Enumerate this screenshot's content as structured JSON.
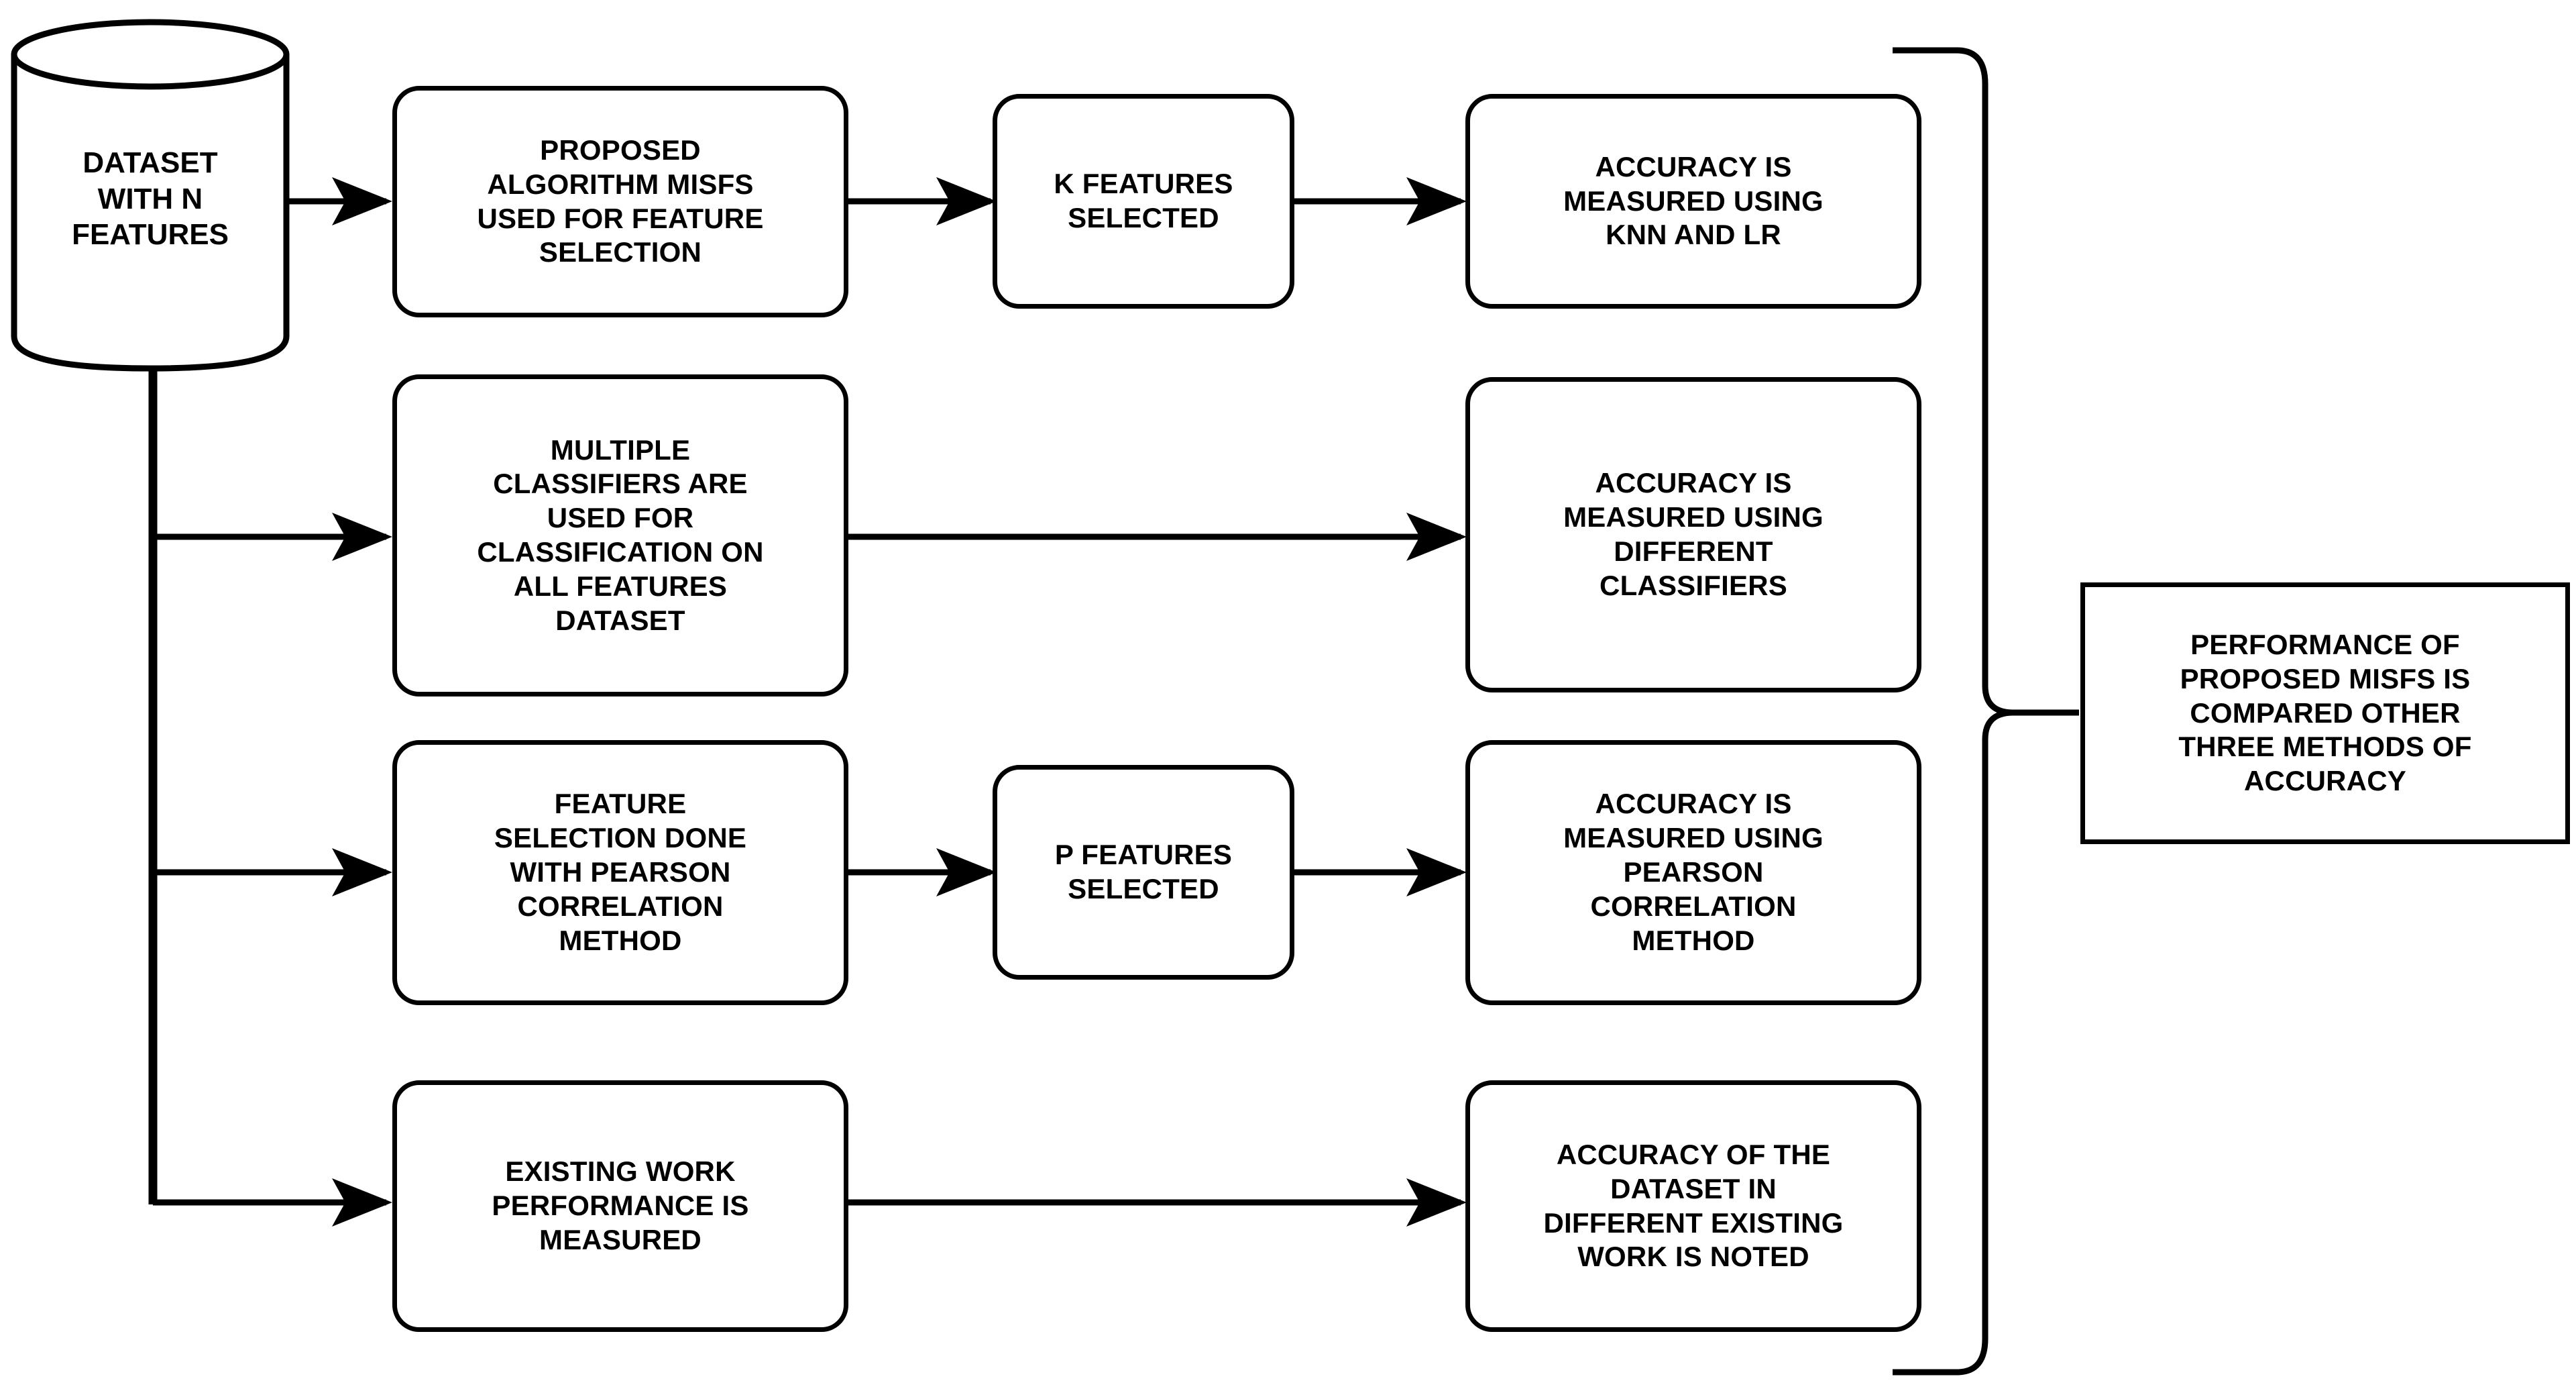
{
  "diagram": {
    "title": "Proposed MISFS experimental workflow flowchart",
    "background_color": "#FFFFFF",
    "line_color": "#000000",
    "text_color": "#000000"
  },
  "source": {
    "id": "dataset-cylinder",
    "shape": "cylinder",
    "label": "DATASET\nWITH N\nFEATURES"
  },
  "rows": [
    {
      "id": "row-misfs",
      "step1": {
        "id": "proposed-algorithm-misfs",
        "label": "PROPOSED\nALGORITHM MISFS\nUSED FOR FEATURE\nSELECTION"
      },
      "step2": {
        "id": "k-features-selected",
        "label": "K FEATURES\nSELECTED"
      },
      "step3": {
        "id": "accuracy-knn-lr",
        "label": "ACCURACY IS\nMEASURED USING\nKNN AND LR"
      }
    },
    {
      "id": "row-multiple-classifiers",
      "step1": {
        "id": "multiple-classifiers",
        "label": "MULTIPLE\nCLASSIFIERS ARE\nUSED FOR\nCLASSIFICATION ON\nALL FEATURES\nDATASET"
      },
      "step2": null,
      "step3": {
        "id": "accuracy-different-classifiers",
        "label": "ACCURACY IS\nMEASURED USING\nDIFFERENT\nCLASSIFIERS"
      }
    },
    {
      "id": "row-pearson",
      "step1": {
        "id": "feature-selection-pearson",
        "label": "FEATURE\nSELECTION  DONE\nWITH PEARSON\nCORRELATION\nMETHOD"
      },
      "step2": {
        "id": "p-features-selected",
        "label": "P FEATURES\nSELECTED"
      },
      "step3": {
        "id": "accuracy-pearson",
        "label": "ACCURACY IS\nMEASURED USING\nPEARSON\nCORRELATION\nMETHOD"
      }
    },
    {
      "id": "row-existing-work",
      "step1": {
        "id": "existing-work-performance",
        "label": "EXISTING WORK\nPERFORMANCE IS\nMEASURED"
      },
      "step2": null,
      "step3": {
        "id": "accuracy-existing-work",
        "label": "ACCURACY OF THE\nDATASET IN\nDIFFERENT EXISTING\nWORK IS NOTED"
      }
    }
  ],
  "result": {
    "id": "performance-comparison",
    "shape": "rectangle",
    "label": "PERFORMANCE OF\nPROPOSED MISFS IS\nCOMPARED OTHER\nTHREE METHODS OF\nACCURACY"
  }
}
